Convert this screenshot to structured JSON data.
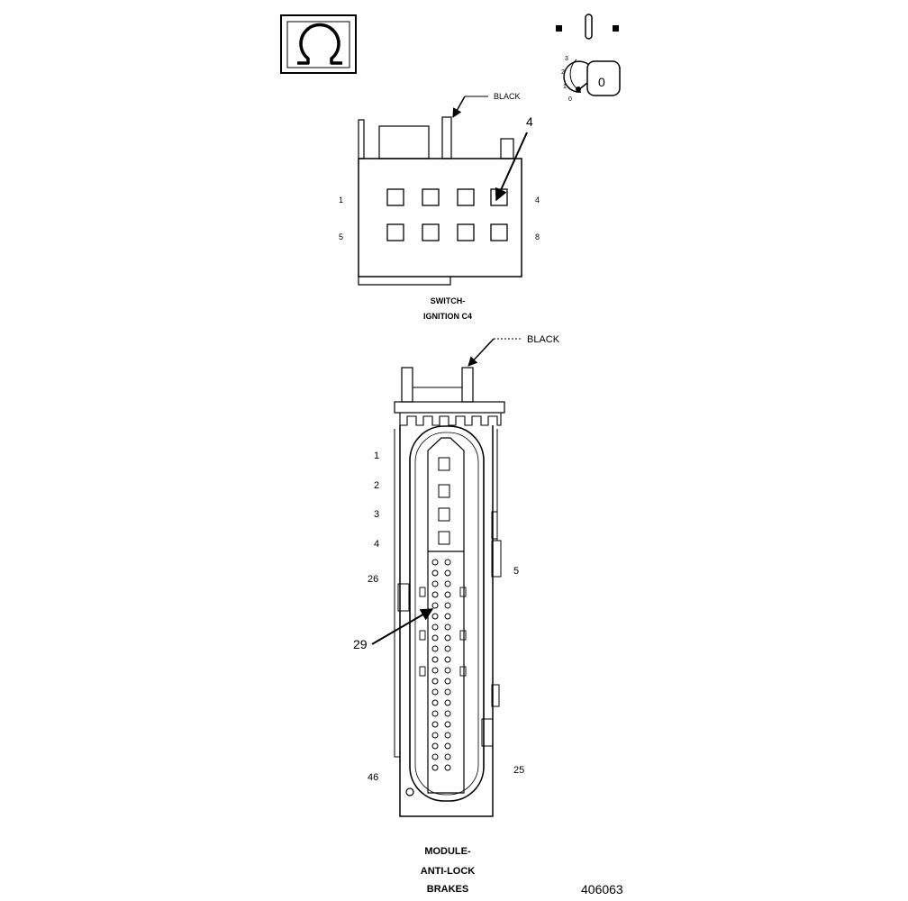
{
  "top_connector": {
    "color_callout": "BLACK",
    "pin_callout": "4",
    "pin_labels": {
      "top_left": "1",
      "top_right": "4",
      "bottom_left": "5",
      "bottom_right": "8"
    },
    "caption_line1": "SWITCH-",
    "caption_line2": "IGNITION C4"
  },
  "key_position_labels": [
    "3",
    "2",
    "1",
    "0"
  ],
  "key_symbol": "0",
  "bottom_connector": {
    "color_callout": "BLACK",
    "left_labels": [
      "1",
      "2",
      "3",
      "4",
      "26",
      "46"
    ],
    "right_labels": [
      "5",
      "25"
    ],
    "pin_callout": "29",
    "caption_line1": "MODULE-",
    "caption_line2": "ANTI-LOCK",
    "caption_line3": "BRAKES"
  },
  "figure_number": "406063"
}
